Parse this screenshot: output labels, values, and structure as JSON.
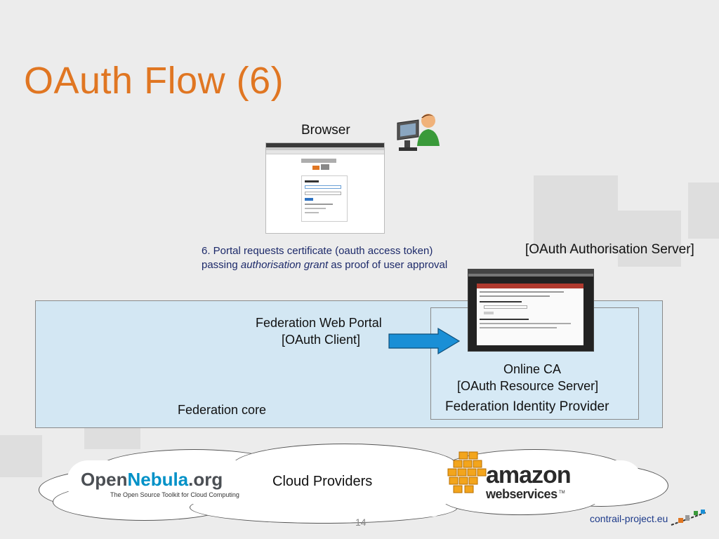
{
  "title": "OAuth Flow (6)",
  "browser_label": "Browser",
  "step": {
    "text_before": "6. Portal requests certificate (oauth access token) passing ",
    "emphasis": "authorisation grant",
    "text_after": " as proof of user approval"
  },
  "auth_server_label": "[OAuth Authorisation Server]",
  "portal": {
    "line1": "Federation Web Portal",
    "line2": "[OAuth Client]"
  },
  "online_ca": {
    "line1": "Online CA",
    "line2": "[OAuth Resource Server]"
  },
  "identity_provider_label": "Federation Identity Provider",
  "federation_core_label": "Federation core",
  "cloud_label": "Cloud Providers",
  "opennebula": {
    "name_part1": "Open",
    "name_part2": "Nebula",
    "name_part3": ".org",
    "tagline": "The Open Source Toolkit for Cloud Computing"
  },
  "aws": {
    "line1": "amazon",
    "line2": "webservices",
    "tm": "TM"
  },
  "page_number": "14",
  "footer_url": "contrail-project.eu",
  "colors": {
    "title": "#e07622",
    "panel": "#d3e7f3",
    "arrow": "#1a8fd6",
    "step_text": "#1d2a6a",
    "footer": "#1d3a8a"
  },
  "icons": [
    "user-at-computer-icon",
    "right-arrow-icon",
    "contrail-logo-icon",
    "aws-boxes-icon"
  ]
}
